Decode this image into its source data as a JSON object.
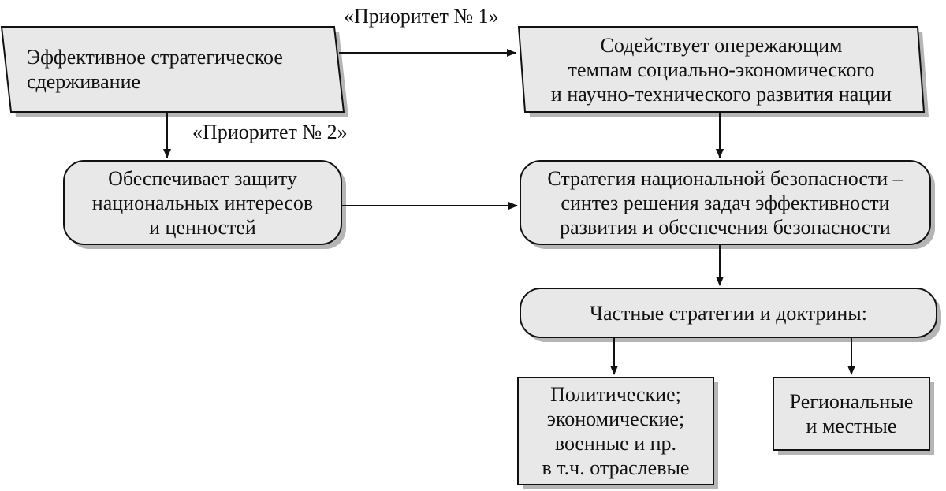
{
  "diagram": {
    "colors": {
      "box_fill": "#e8e8e8",
      "stroke": "#111111",
      "text": "#111111",
      "shadow": "#b5b5b5"
    },
    "nodes": {
      "deterrence": "Эффективное стратегическое\nсдерживание",
      "development": "Содействует опережающим\nтемпам социально-экономического\nи научно-технического развития нации",
      "protection": "Обеспечивает защиту\nнациональных интересов\nи ценностей",
      "strategy": "Стратегия национальной безопасности –\nсинтез решения задач эффективности\nразвития и обеспечения безопасности",
      "private_strategies": "Частные стратегии и доктрины:",
      "sectoral": "Политические;\nэкономические;\nвоенные и пр.\nв т.ч. отраслевые",
      "regional": "Региональные\nи местные"
    },
    "edge_labels": {
      "priority_1": "«Приоритет № 1»",
      "priority_2": "«Приоритет № 2»"
    }
  }
}
